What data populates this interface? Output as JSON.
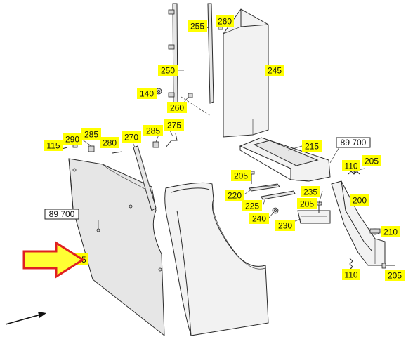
{
  "colors": {
    "callout_fill": "#ffff00",
    "arrow_fill": "#ffff33",
    "arrow_stroke": "#e02020",
    "background": "#ffffff"
  },
  "callouts": [
    {
      "id": "c260a",
      "text": "260"
    },
    {
      "id": "c255",
      "text": "255"
    },
    {
      "id": "c250",
      "text": "250"
    },
    {
      "id": "c245",
      "text": "245"
    },
    {
      "id": "c140",
      "text": "140"
    },
    {
      "id": "c260b",
      "text": "260"
    },
    {
      "id": "c115",
      "text": "115"
    },
    {
      "id": "c290",
      "text": "290"
    },
    {
      "id": "c285a",
      "text": "285"
    },
    {
      "id": "c280",
      "text": "280"
    },
    {
      "id": "c270",
      "text": "270"
    },
    {
      "id": "c285b",
      "text": "285"
    },
    {
      "id": "c275",
      "text": "275"
    },
    {
      "id": "c215",
      "text": "215"
    },
    {
      "id": "c110a",
      "text": "110"
    },
    {
      "id": "c205a",
      "text": "205"
    },
    {
      "id": "c205b",
      "text": "205"
    },
    {
      "id": "c220",
      "text": "220"
    },
    {
      "id": "c235",
      "text": "235"
    },
    {
      "id": "c225",
      "text": "225"
    },
    {
      "id": "c205c",
      "text": "205"
    },
    {
      "id": "c200",
      "text": "200"
    },
    {
      "id": "c240",
      "text": "240"
    },
    {
      "id": "c230",
      "text": "230"
    },
    {
      "id": "c210",
      "text": "210"
    },
    {
      "id": "c110b",
      "text": "110"
    },
    {
      "id": "c205d",
      "text": "205"
    }
  ],
  "references": [
    {
      "id": "ref1",
      "text": "89 700"
    },
    {
      "id": "ref2",
      "text": "89 700"
    }
  ],
  "pointer_label": "05"
}
